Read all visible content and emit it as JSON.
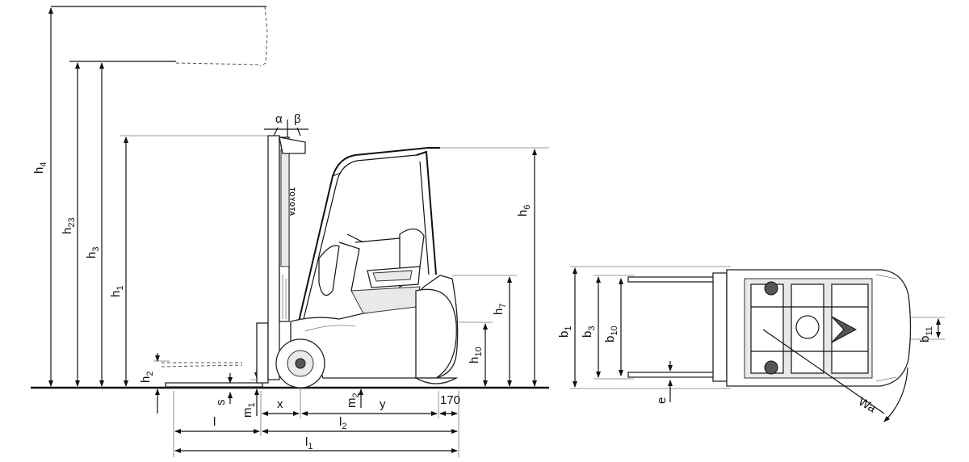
{
  "dimensions": {
    "h4": {
      "base": "h",
      "sub": "4"
    },
    "h23": {
      "base": "h",
      "sub": "23"
    },
    "h3": {
      "base": "h",
      "sub": "3"
    },
    "h1": {
      "base": "h",
      "sub": "1"
    },
    "h2": {
      "base": "h",
      "sub": "2"
    },
    "h6": {
      "base": "h",
      "sub": "6"
    },
    "h7": {
      "base": "h",
      "sub": "7"
    },
    "h10": {
      "base": "h",
      "sub": "10"
    },
    "s": {
      "base": "s",
      "sub": ""
    },
    "m1": {
      "base": "m",
      "sub": "1"
    },
    "m2": {
      "base": "m",
      "sub": "2"
    },
    "x": {
      "base": "x",
      "sub": ""
    },
    "y": {
      "base": "y",
      "sub": ""
    },
    "c170": {
      "base": "170",
      "sub": ""
    },
    "l": {
      "base": "l",
      "sub": ""
    },
    "l2": {
      "base": "l",
      "sub": "2"
    },
    "l1": {
      "base": "l",
      "sub": "1"
    },
    "alpha": {
      "base": "α",
      "sub": ""
    },
    "beta": {
      "base": "β",
      "sub": ""
    },
    "b1": {
      "base": "b",
      "sub": "1"
    },
    "b3": {
      "base": "b",
      "sub": "3"
    },
    "b10": {
      "base": "b",
      "sub": "10"
    },
    "b11": {
      "base": "b",
      "sub": "11"
    },
    "e": {
      "base": "e",
      "sub": ""
    },
    "wa": {
      "base": "Wa",
      "sub": ""
    }
  },
  "brand_text": "TOYOTA"
}
